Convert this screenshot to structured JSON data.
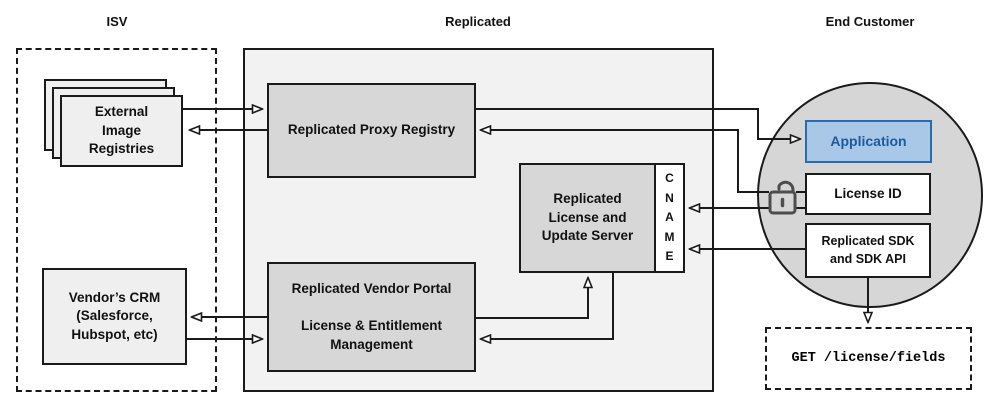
{
  "diagram": {
    "sections": {
      "isv": {
        "title": "ISV"
      },
      "replicated": {
        "title": "Replicated"
      },
      "end_customer": {
        "title": "End Customer"
      }
    },
    "nodes": {
      "external_registries": {
        "label": "External\nImage\nRegistries"
      },
      "vendor_crm": {
        "label": "Vendor’s CRM\n(Salesforce,\nHubspot, etc)"
      },
      "proxy_registry": {
        "label": "Replicated Proxy Registry"
      },
      "license_update_server": {
        "label": "Replicated\nLicense and\nUpdate Server"
      },
      "cname": {
        "label": "C\nN\nA\nM\nE"
      },
      "vendor_portal": {
        "label": "Replicated Vendor Portal\n\nLicense & Entitlement\nManagement"
      },
      "application": {
        "label": "Application"
      },
      "license_id": {
        "label": "License ID"
      },
      "replicated_sdk": {
        "label": "Replicated SDK\nand SDK API"
      },
      "get_endpoint": {
        "label": "GET /license/fields"
      }
    },
    "icons": {
      "unlock": "unlock-icon"
    },
    "edges": [
      {
        "from": "External Image Registries",
        "to": "Replicated Proxy Registry"
      },
      {
        "from": "Replicated Proxy Registry",
        "to": "External Image Registries"
      },
      {
        "from": "Replicated Proxy Registry",
        "to": "Application"
      },
      {
        "from": "License ID",
        "to": "Replicated Proxy Registry"
      },
      {
        "from": "License ID",
        "to": "CNAME"
      },
      {
        "from": "Replicated SDK and SDK API",
        "to": "CNAME"
      },
      {
        "from": "Replicated Vendor Portal",
        "to": "Vendor’s CRM"
      },
      {
        "from": "Vendor’s CRM",
        "to": "Replicated Vendor Portal"
      },
      {
        "from": "Replicated Vendor Portal",
        "to": "Replicated License and Update Server"
      },
      {
        "from": "Replicated License and Update Server",
        "to": "Replicated Vendor Portal"
      },
      {
        "from": "Replicated SDK and SDK API",
        "to": "GET /license/fields"
      }
    ],
    "colors": {
      "container_fill": "#f2f2f2",
      "gray_box_fill": "#d7d7d7",
      "light_box_fill": "#efefef",
      "circle_fill": "#d6d6d6",
      "line": "#1a1a1a",
      "app_fill": "#a9c7e6",
      "app_border": "#2a6cab",
      "app_text": "#1b5c9e",
      "lock_stroke": "#4d4d4d"
    }
  }
}
